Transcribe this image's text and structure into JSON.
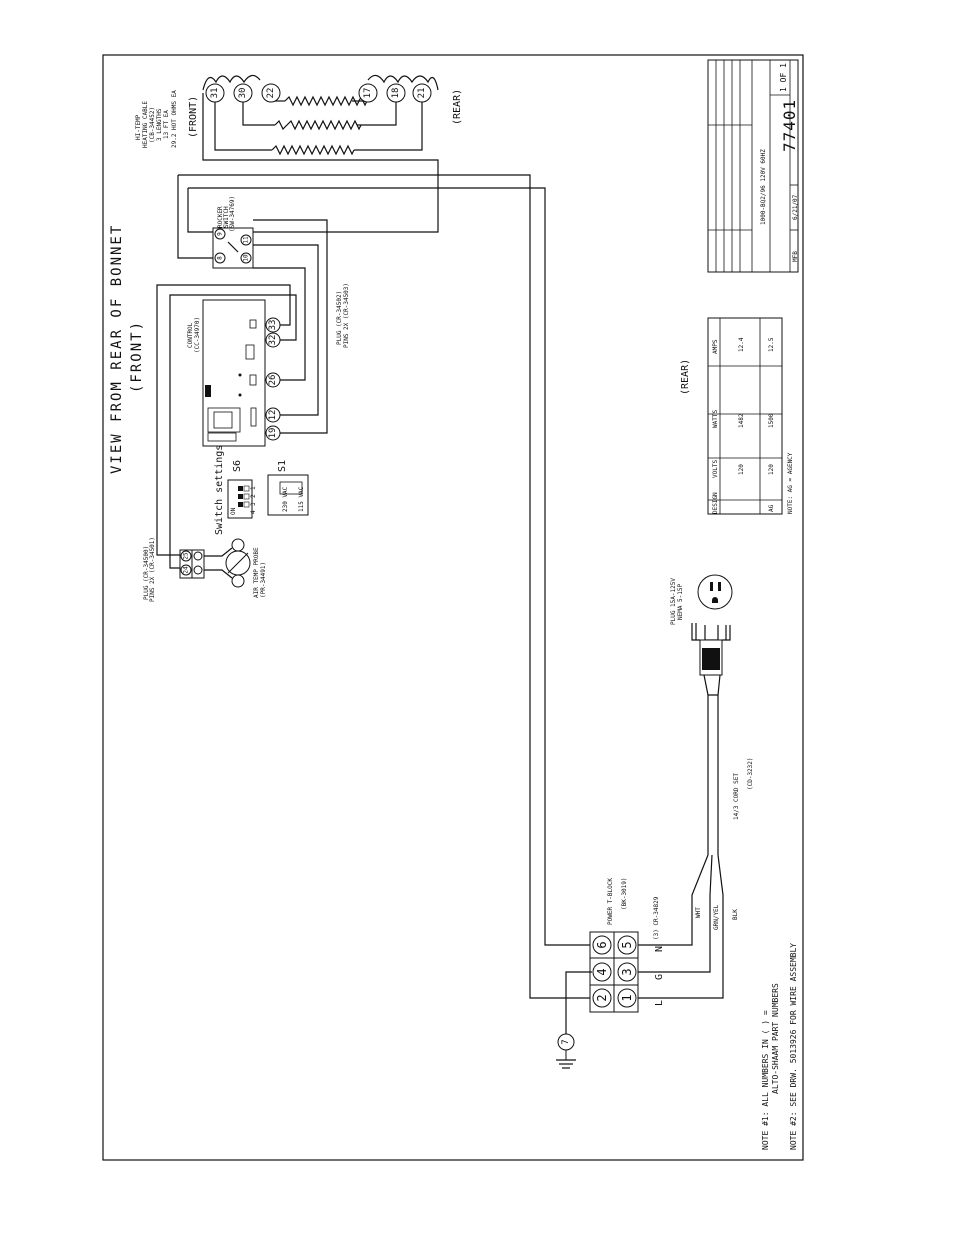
{
  "title": {
    "line1": "VIEW FROM REAR OF BONNET",
    "line2": "(FRONT)"
  },
  "rear_label": "(REAR)",
  "heating_cable": {
    "label": [
      "HI-TEMP",
      "HEATING CABLE",
      "(CB-34452)",
      "3 LENGTHS",
      "13 FT EA",
      "29.2 HOT OHMS EA"
    ],
    "front": "(FRONT)",
    "rear": "(REAR)",
    "terminals_front": [
      "31",
      "30",
      "22"
    ],
    "terminals_rear": [
      "17",
      "18",
      "21"
    ]
  },
  "rocker_switch": {
    "label": [
      "ROCKER",
      "SWITCH",
      "(SW-34769)"
    ],
    "terminals": [
      "9",
      "11",
      "8",
      "10"
    ]
  },
  "control": {
    "label": [
      "CONTROL",
      "(CC-34970)"
    ],
    "terminals": [
      "32",
      "33",
      "26",
      "12",
      "19"
    ]
  },
  "plug_control": {
    "label": [
      "PLUG (CR-34502)",
      "PINS 2X (CR-34503)"
    ]
  },
  "plug_probe": {
    "label": [
      "PLUG (CR-34500)",
      "PINS 2X (CR-34501)"
    ],
    "terminals": [
      "24",
      "25"
    ]
  },
  "switch_settings": {
    "label": "Switch settings",
    "s6": "S6",
    "s1": "S1",
    "on": "ON",
    "positions": [
      "1",
      "2",
      "3",
      "4"
    ],
    "vac_230": "230 VAC",
    "vac_115": "115 VAC"
  },
  "air_probe": {
    "label": [
      "AIR TEMP PROBE",
      "(PR-34491)"
    ]
  },
  "power_block": {
    "label": [
      "POWER T-BLOCK",
      "(BK-3019)"
    ],
    "terminals": [
      "6",
      "4",
      "2",
      "5",
      "3",
      "1"
    ],
    "wire_spec": "(3) CR-34829",
    "letters": [
      "N",
      "G",
      "L"
    ]
  },
  "ground": {
    "terminal": "7"
  },
  "cord": {
    "label": [
      "14/3 CORD SET",
      "(CD-3232)"
    ],
    "wires": [
      "WHT",
      "GRN/YEL",
      "BLK"
    ]
  },
  "plug_main": {
    "label": [
      "PLUG 15A-125V",
      "NEMA 5-15P"
    ]
  },
  "spec_table": {
    "headers": [
      "DESIGN",
      "VOLTS",
      "WATTS",
      "AMPS"
    ],
    "rows": [
      [
        "",
        "120",
        "1482",
        "12.4"
      ],
      [
        "AG",
        "120",
        "1500",
        "12.5"
      ]
    ],
    "note": "NOTE: AG = AGENCY"
  },
  "notes": {
    "n1a": "NOTE #1: ALL NUMBERS IN ( ) =",
    "n1b": "ALTO-SHAAM PART NUMBERS",
    "n2": "NOTE #2: SEE DRW. 5013926 FOR WIRE ASSEMBLY"
  },
  "title_block": {
    "drawing_no": "77401",
    "sheet": "1 OF 1",
    "model": "1000-BQ2/96 120V 60HZ",
    "date": "6/21/07",
    "drawn_by": "MFB"
  }
}
